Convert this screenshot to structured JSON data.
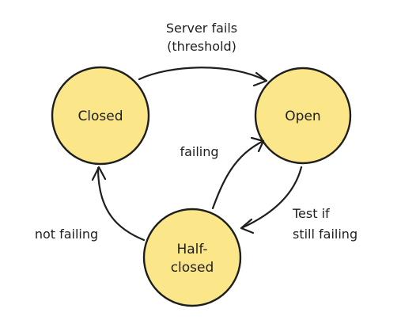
{
  "colors": {
    "node_fill": "#fce68a",
    "stroke": "#1e1e1e",
    "background": "#ffffff"
  },
  "nodes": {
    "closed": {
      "label": "Closed"
    },
    "open": {
      "label": "Open"
    },
    "half_closed": {
      "label_line1": "Half-",
      "label_line2": "closed"
    }
  },
  "edges": {
    "closed_to_open": {
      "label_line1": "Server fails",
      "label_line2": "(threshold)"
    },
    "half_to_open": {
      "label": "failing"
    },
    "open_to_half": {
      "label_line1": "Test if",
      "label_line2": "still failing"
    },
    "half_to_closed": {
      "label": "not failing"
    }
  }
}
